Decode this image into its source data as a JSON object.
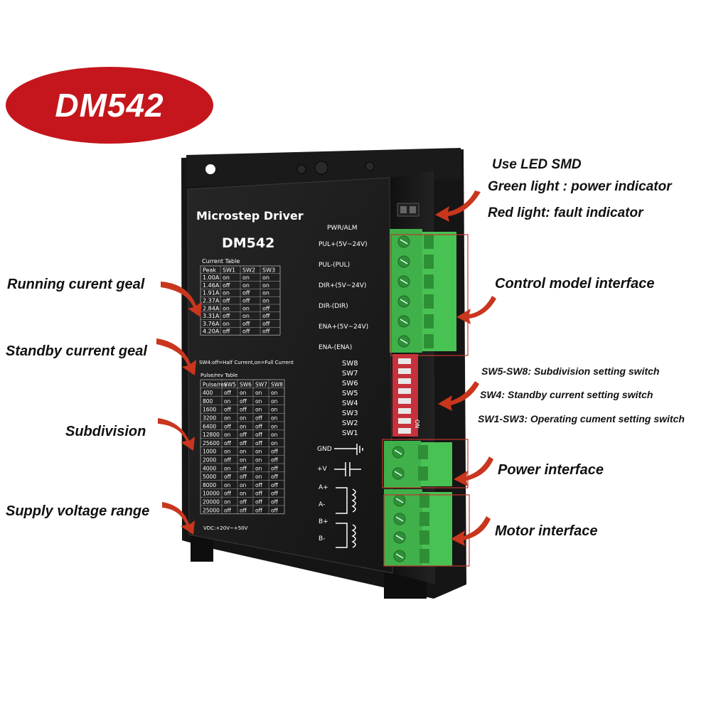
{
  "badge": {
    "title": "DM542"
  },
  "device": {
    "brand_line": "Microstep Driver",
    "model": "DM542",
    "pwr_alm": "PWR/ALM",
    "control_labels": [
      "PUL+(5V~24V)",
      "PUL-(PUL)",
      "DIR+(5V~24V)",
      "DIR-(DIR)",
      "ENA+(5V~24V)",
      "ENA-(ENA)"
    ],
    "switch_labels": [
      "SW8",
      "SW7",
      "SW6",
      "SW5",
      "SW4",
      "SW3",
      "SW2",
      "SW1"
    ],
    "power_labels": [
      "GND",
      "+V"
    ],
    "motor_labels": [
      "A+",
      "A-",
      "B+",
      "B-"
    ],
    "current_table": {
      "title": "Current Table",
      "headers": [
        "Peak",
        "SW1",
        "SW2",
        "SW3"
      ],
      "rows": [
        [
          "1.00A",
          "on",
          "on",
          "on"
        ],
        [
          "1.46A",
          "off",
          "on",
          "on"
        ],
        [
          "1.91A",
          "on",
          "off",
          "on"
        ],
        [
          "2.37A",
          "off",
          "off",
          "on"
        ],
        [
          "2.84A",
          "on",
          "on",
          "off"
        ],
        [
          "3.31A",
          "off",
          "on",
          "off"
        ],
        [
          "3.76A",
          "on",
          "off",
          "off"
        ],
        [
          "4.20A",
          "off",
          "off",
          "off"
        ]
      ]
    },
    "sw4_note": "SW4:off=Half Current,on=Full Current",
    "pulse_table": {
      "title": "Pulse/rev Table",
      "headers": [
        "Pulse/rev",
        "SW5",
        "SW6",
        "SW7",
        "SW8"
      ],
      "rows": [
        [
          "400",
          "off",
          "on",
          "on",
          "on"
        ],
        [
          "800",
          "on",
          "off",
          "on",
          "on"
        ],
        [
          "1600",
          "off",
          "off",
          "on",
          "on"
        ],
        [
          "3200",
          "on",
          "on",
          "off",
          "on"
        ],
        [
          "6400",
          "off",
          "on",
          "off",
          "on"
        ],
        [
          "12800",
          "on",
          "off",
          "off",
          "on"
        ],
        [
          "25600",
          "off",
          "off",
          "off",
          "on"
        ],
        [
          "1000",
          "on",
          "on",
          "on",
          "off"
        ],
        [
          "2000",
          "off",
          "on",
          "on",
          "off"
        ],
        [
          "4000",
          "on",
          "off",
          "on",
          "off"
        ],
        [
          "5000",
          "off",
          "off",
          "on",
          "off"
        ],
        [
          "8000",
          "on",
          "on",
          "off",
          "off"
        ],
        [
          "10000",
          "off",
          "on",
          "off",
          "off"
        ],
        [
          "20000",
          "on",
          "off",
          "off",
          "off"
        ],
        [
          "25000",
          "off",
          "off",
          "off",
          "off"
        ]
      ]
    },
    "voltage": "VDC:+20V~+50V",
    "dip_text": "ON"
  },
  "callouts": {
    "running_current": "Running curent geal",
    "standby_current": "Standby current geal",
    "subdivision": "Subdivision",
    "supply_voltage": "Supply voltage range",
    "led_line1": "Use LED SMD",
    "led_line2": "Green light : power indicator",
    "led_line3": "Red light: fault indicator",
    "control_interface": "Control model interface",
    "sw5_8": "SW5-SW8: Subdivision setting switch",
    "sw4": "SW4: Standby current setting switch",
    "sw1_3": "SW1-SW3: Operating cument setting switch",
    "power_interface": "Power interface",
    "motor_interface": "Motor interface"
  },
  "colors": {
    "badge": "#c4161c",
    "arrow": "#c9361e",
    "terminal": "#3fb04a",
    "body": "#1c1c1c",
    "outline": "#c0392b"
  }
}
